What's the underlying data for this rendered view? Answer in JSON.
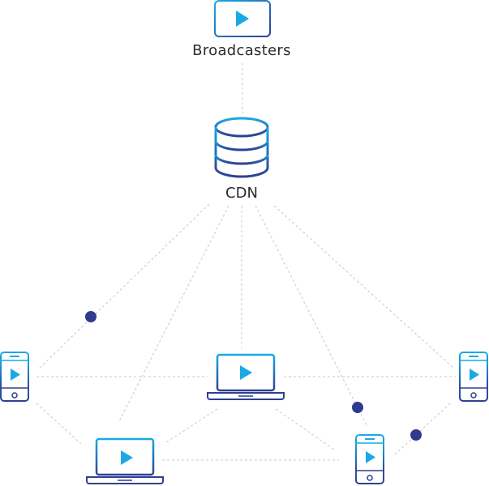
{
  "nodes": {
    "broadcasters": {
      "label": "Broadcasters",
      "icon": "video-player-icon"
    },
    "cdn": {
      "label": "CDN",
      "icon": "database-icon"
    },
    "peers": [
      {
        "id": "phone-left",
        "icon": "smartphone-play-icon"
      },
      {
        "id": "laptop-center",
        "icon": "laptop-play-icon"
      },
      {
        "id": "phone-right",
        "icon": "smartphone-play-icon"
      },
      {
        "id": "laptop-bottom-left",
        "icon": "laptop-play-icon"
      },
      {
        "id": "phone-bottom-right",
        "icon": "smartphone-play-icon"
      }
    ]
  },
  "colors": {
    "gradient_start": "#1aa9e4",
    "gradient_end": "#2e3f93",
    "play": "#1aa9e4",
    "connector": "#c8c8c8",
    "packet": "#2f3b8f"
  }
}
